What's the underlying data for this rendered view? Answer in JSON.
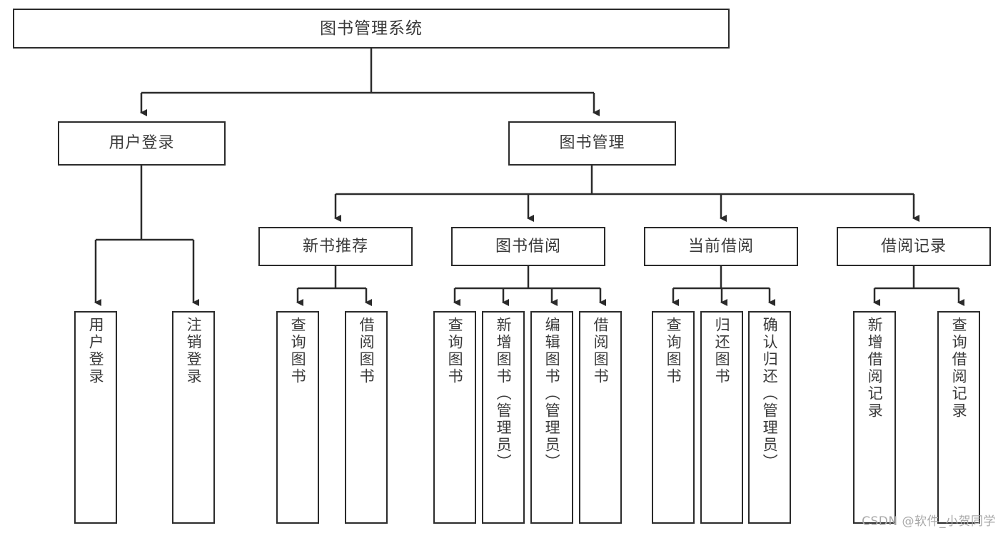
{
  "diagram": {
    "title": "图书管理系统",
    "type": "tree-hierarchy",
    "colors": {
      "background": "#ffffff",
      "box_border": "#2b2b2b",
      "box_fill": "#ffffff",
      "text": "#3a3a3a",
      "edge": "#2b2b2b",
      "watermark": "#a8a8a8"
    },
    "root": {
      "label": "图书管理系统"
    },
    "level2": [
      {
        "label": "用户登录"
      },
      {
        "label": "图书管理"
      }
    ],
    "level3": [
      {
        "label": "新书推荐"
      },
      {
        "label": "图书借阅"
      },
      {
        "label": "当前借阅"
      },
      {
        "label": "借阅记录"
      }
    ],
    "leaves": {
      "user_login": [
        {
          "label": "用户登录"
        },
        {
          "label": "注销登录"
        }
      ],
      "new_book": [
        {
          "label": "查询图书"
        },
        {
          "label": "借阅图书"
        }
      ],
      "book_borrow": [
        {
          "label": "查询图书"
        },
        {
          "label": "新增图书（管理员）"
        },
        {
          "label": "编辑图书（管理员）"
        },
        {
          "label": "借阅图书"
        }
      ],
      "current_borrow": [
        {
          "label": "查询图书"
        },
        {
          "label": "归还图书"
        },
        {
          "label": "确认归还（管理员）"
        }
      ],
      "borrow_record": [
        {
          "label": "新增借阅记录"
        },
        {
          "label": "查询借阅记录"
        }
      ]
    }
  },
  "watermark": {
    "text": "CSDN @软件_小贺同学"
  }
}
